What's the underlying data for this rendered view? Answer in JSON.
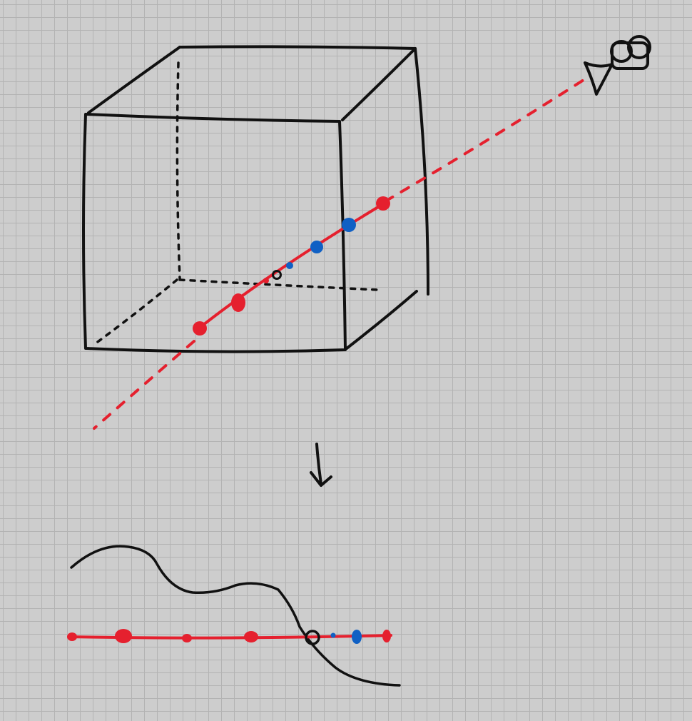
{
  "colors": {
    "background": "#cdcdcd",
    "grid_minor": "#b3b3b3",
    "grid_major": "#9b9b9b",
    "ink": "#111111",
    "ray": "#e5202e",
    "sample_blue": "#1060c4"
  },
  "icons": {
    "camera": "camera-icon",
    "arrow": "arrow-down-icon"
  },
  "diagram": {
    "ray_samples_3d": [
      "red",
      "red",
      "red",
      "blue",
      "blue",
      "blue",
      "red"
    ],
    "ray_samples_1d": [
      "red",
      "red",
      "red",
      "red",
      "blue",
      "blue",
      "red"
    ],
    "surface_crossing": "ring"
  }
}
